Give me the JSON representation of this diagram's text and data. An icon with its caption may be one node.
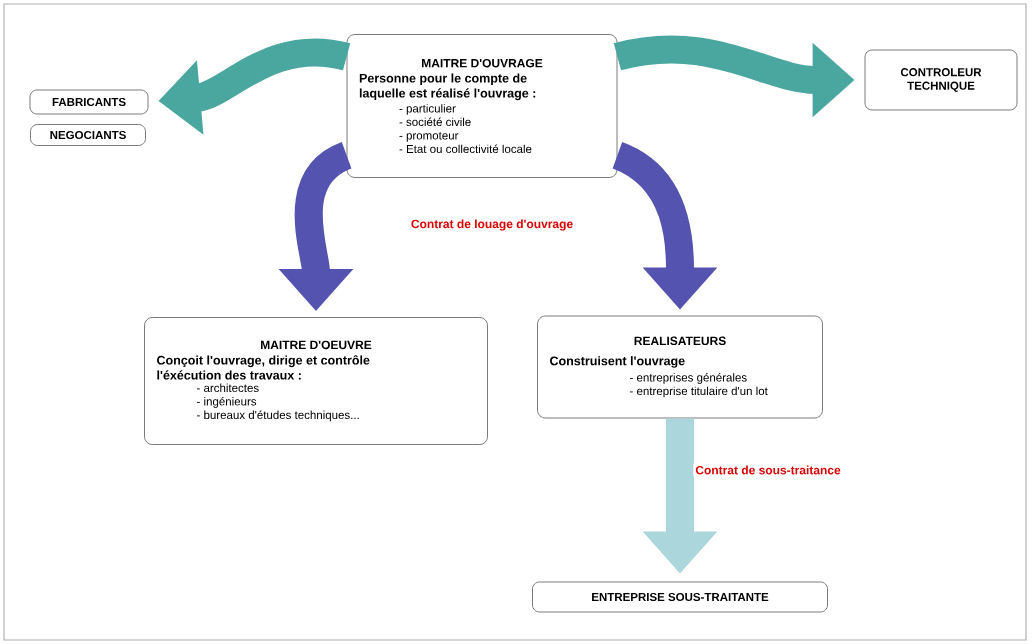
{
  "diagram": {
    "nodes": [
      {
        "text": [
          "MAITRE D'OUVRAGE",
          "Personne pour le compte de laquelle est réalisé l'ouvrage :",
          "- particulier",
          "- société civile",
          "- promoteur",
          "- Etat ou collectivité locale"
        ]
      },
      {
        "text": [
          "FABRICANTS"
        ]
      },
      {
        "text": [
          "NEGOCIANTS"
        ]
      },
      {
        "text": [
          "CONTROLEUR TECHNIQUE"
        ]
      },
      {
        "text": [
          "MAITRE D'OEUVRE",
          "Conçoit l'ouvrage, dirige et contrôle l'éxécution des travaux :",
          "- architectes",
          "- ingénieurs",
          "- bureaux d'études techniques..."
        ]
      },
      {
        "text": [
          "REALISATEURS",
          "Construisent l'ouvrage",
          "- entreprises générales",
          "- entreprise titulaire d'un lot"
        ]
      },
      {
        "text": [
          "ENTREPRISE SOUS-TRAITANTE"
        ]
      }
    ],
    "edges": [
      {
        "from": 0,
        "to": 1,
        "arrow": "to",
        "color": "#4aa7a0"
      },
      {
        "from": 0,
        "to": 3,
        "arrow": "to",
        "color": "#4aa7a0"
      },
      {
        "from": 0,
        "to": 4,
        "arrow": "to",
        "color": "#5553b0"
      },
      {
        "from": 0,
        "to": 5,
        "arrow": "to",
        "color": "#5553b0"
      },
      {
        "from": 5,
        "to": 6,
        "label": "Contrat de sous-traitance",
        "arrow": "to",
        "color": "#aad6dc"
      }
    ],
    "labels": [
      "Contrat de louage d'ouvrage"
    ]
  }
}
